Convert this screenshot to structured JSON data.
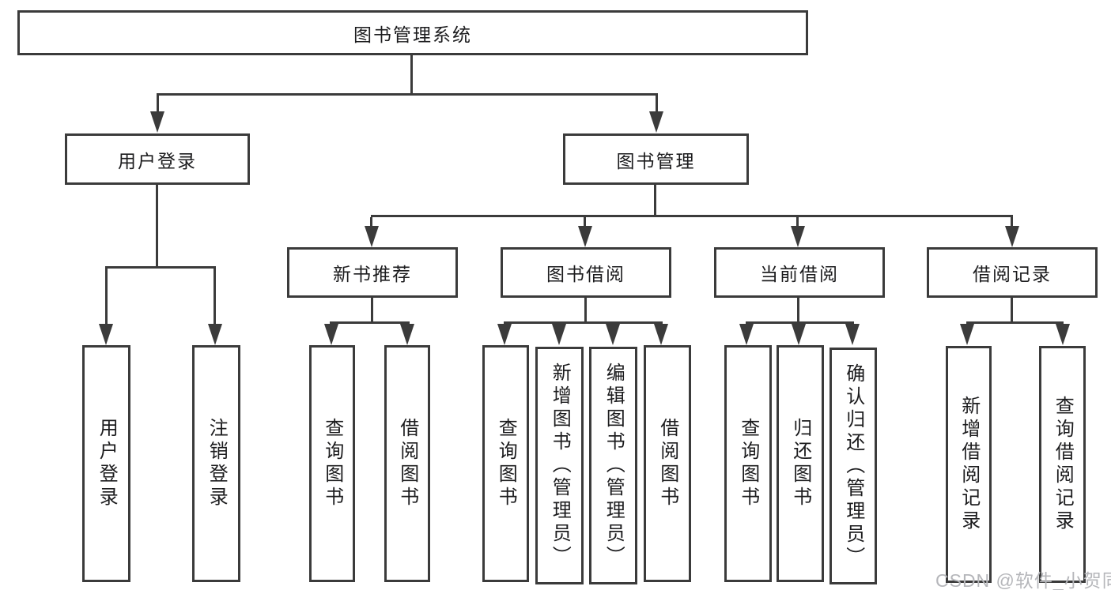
{
  "diagram": {
    "root": "图书管理系统",
    "branches": [
      {
        "label": "用户登录",
        "leaves": [
          "用户登录",
          "注销登录"
        ]
      },
      {
        "label": "图书管理",
        "groups": [
          {
            "label": "新书推荐",
            "leaves": [
              "查询图书",
              "借阅图书"
            ]
          },
          {
            "label": "图书借阅",
            "leaves": [
              "查询图书",
              "新增图书（管理员）",
              "编辑图书（管理员）",
              "借阅图书"
            ]
          },
          {
            "label": "当前借阅",
            "leaves": [
              "查询图书",
              "归还图书",
              "确认归还（管理员）"
            ]
          },
          {
            "label": "借阅记录",
            "leaves": [
              "新增借阅记录",
              "查询借阅记录"
            ]
          }
        ]
      }
    ]
  },
  "watermark": "CSDN @软件_小贺同学",
  "colors": {
    "line": "#3b3b3b",
    "text": "#1c1c1e",
    "watermark": "#b5b6ba",
    "background": "#ffffff"
  }
}
